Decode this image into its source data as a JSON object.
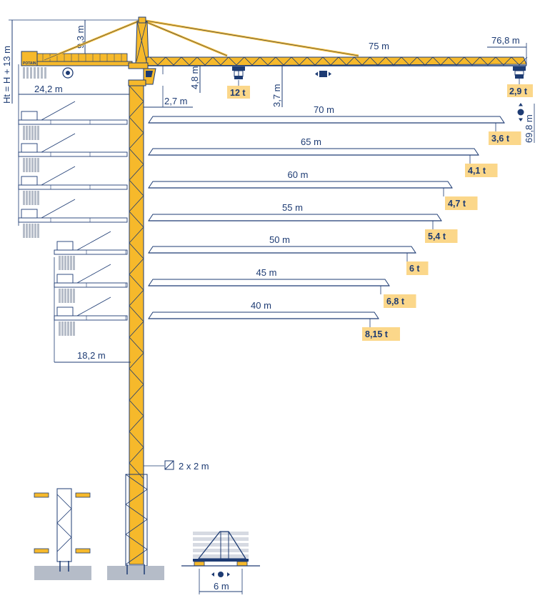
{
  "colors": {
    "navy": "#1d3b73",
    "yellow": "#f6b92b",
    "tag_bg": "#fbd78a",
    "grey": "#b5bcc8",
    "light": "#ffffff"
  },
  "crane": {
    "height_label": "Ht = H + 13 m",
    "top_height_label": "9,3 m",
    "counter_jib_label": "24,2 m",
    "offset_label": "2,7 m",
    "jib_height_label": "4,8 m",
    "trolley_drop_label": "3,7 m",
    "jib_length_label": "75 m",
    "tip_length_label": "76,8 m",
    "max_load_label": "12 t",
    "tip_load_label": "2,9 t",
    "hook_height_label": "69,8 m",
    "short_counter_jib_label": "18,2 m",
    "mast_section_label": "2 x 2 m",
    "base_width_label": "6 m",
    "brand_text": "POTAIN"
  },
  "jib_configs": [
    {
      "length": "70 m",
      "load": "3,6 t"
    },
    {
      "length": "65 m",
      "load": "4,1 t"
    },
    {
      "length": "60 m",
      "load": "4,7 t"
    },
    {
      "length": "55 m",
      "load": "5,4 t"
    },
    {
      "length": "50 m",
      "load": "6 t"
    },
    {
      "length": "45 m",
      "load": "6,8 t"
    },
    {
      "length": "40 m",
      "load": "8,15 t"
    }
  ]
}
